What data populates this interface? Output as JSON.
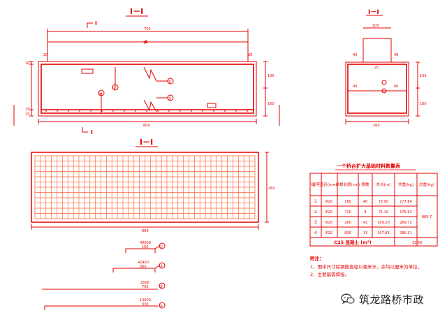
{
  "colors": {
    "line": "#e60000",
    "grid": "#ff6a3a",
    "text_dark": "#222222"
  },
  "view_I_I_left": {
    "title": "I－I",
    "dim_top": "750",
    "dim_bottom": "800",
    "dim_right": [
      "100",
      "160"
    ],
    "dim_left_small": [
      "10",
      "15",
      "15"
    ],
    "dim_ends": [
      "20",
      "20"
    ],
    "section_mark_top": "I",
    "section_mark_bottom": "I",
    "bars": [
      "①",
      "②",
      "③",
      "④"
    ]
  },
  "view_I_I_right": {
    "title": "I－I",
    "dim_top": "100",
    "dim_bottom": "260",
    "dim_right": [
      "100",
      "160"
    ],
    "dim_small": [
      "40",
      "40",
      "20",
      "40",
      "40"
    ]
  },
  "plan": {
    "title": "I－I",
    "dim_bottom": "800",
    "dim_right": "260"
  },
  "rebar_details": [
    {
      "num": "①",
      "dim1": "40600",
      "dim2": "160"
    },
    {
      "num": "②",
      "dim1": "42400",
      "dim2": "260"
    },
    {
      "num": "③",
      "dim1": "2500",
      "dim2": "750"
    },
    {
      "num": "④",
      "dim1": "13600",
      "dim2": "330"
    }
  ],
  "table": {
    "title": "一个桥台扩大基础材料数量表",
    "headers": [
      "编号",
      "直径(mm)",
      "单根长度(cm)",
      "根数",
      "共长(m)",
      "共重(kg)",
      "总重(kg)"
    ],
    "rows": [
      [
        "1",
        "Φ20",
        "180",
        "40",
        "72.00",
        "177.84",
        ""
      ],
      [
        "2",
        "Φ20",
        "720",
        "9",
        "71.10",
        "175.62",
        "889.7"
      ],
      [
        "3",
        "Φ20",
        "260",
        "42",
        "109.20",
        "269.72",
        ""
      ],
      [
        "4",
        "Φ20",
        "830",
        "13",
        "107.83",
        "266.51",
        ""
      ]
    ],
    "concrete_label": "C25 混凝土 (m³)",
    "concrete_value": "33.60"
  },
  "notes": {
    "title": "附注：",
    "items": [
      "1、图中尺寸除钢筋直径以毫米计，余均以厘米为单位。",
      "2、主要筋需焊接。"
    ]
  },
  "watermark": {
    "text": "筑龙路桥市政"
  }
}
